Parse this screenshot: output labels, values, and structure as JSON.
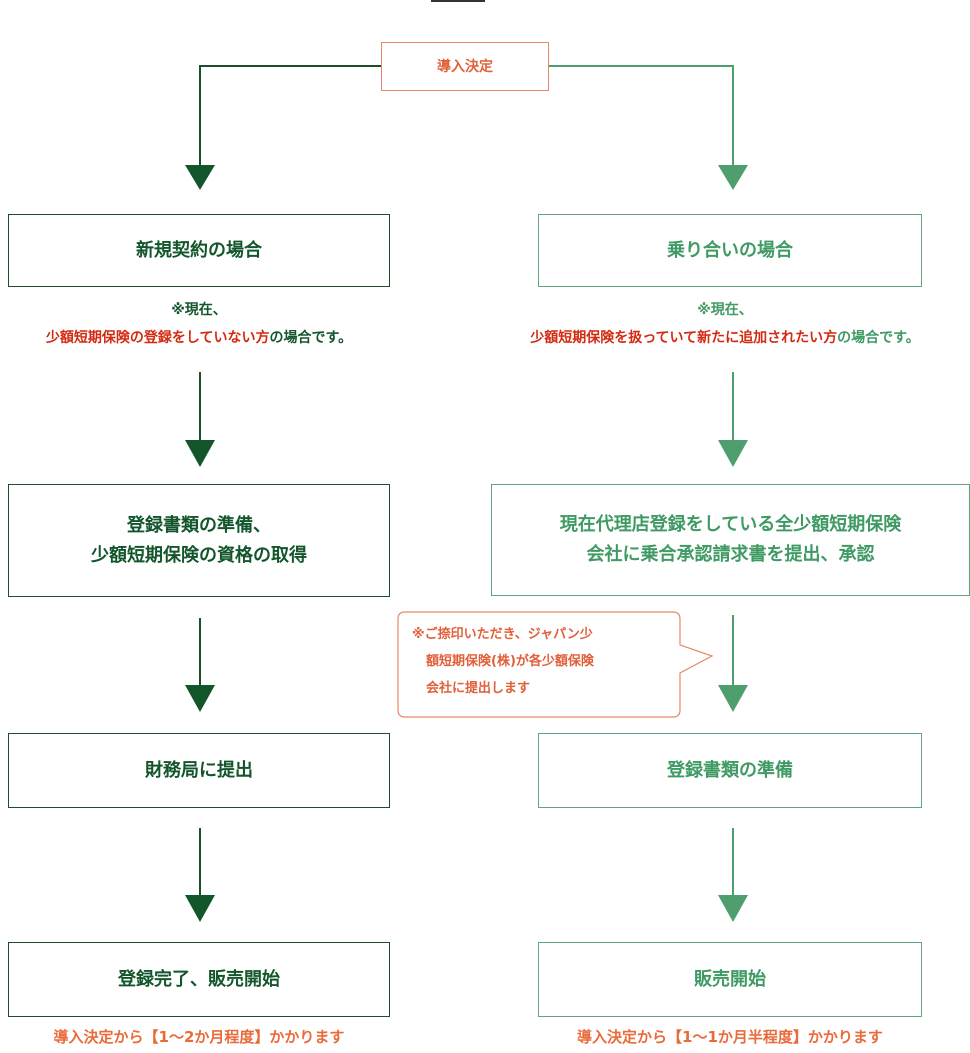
{
  "start": {
    "label": "導入決定"
  },
  "left": {
    "title": "新規契約の場合",
    "note_line1": "※現在、",
    "note_line2_red": "少額短期保険の登録をしていない方",
    "note_line2_tail": "の場合です。",
    "step1_line1": "登録書類の準備、",
    "step1_line2": "少額短期保険の資格の取得",
    "step2": "財務局に提出",
    "step3": "登録完了、販売開始",
    "duration": "導入決定から【1〜2か月程度】かかります"
  },
  "right": {
    "title": "乗り合いの場合",
    "note_line1": "※現在、",
    "note_line2_red": "少額短期保険を扱っていて新たに追加されたい方",
    "note_line2_tail": "の場合です。",
    "step1_line1": "現在代理店登録をしている全少額短期保険",
    "step1_line2": "会社に乗合承認請求書を提出、承認",
    "bubble_line1": "※ご捺印いただき、ジャパン少",
    "bubble_line2": "額短期保険(株)が各少額保険",
    "bubble_line3": "会社に提出します",
    "step2": "登録書類の準備",
    "step3": "販売開始",
    "duration": "導入決定から【1〜1か月半程度】かかります"
  },
  "colors": {
    "dark_green": "#13562c",
    "light_green": "#4f9e6e",
    "red": "#d42a12",
    "orange": "#ea6b3a"
  }
}
